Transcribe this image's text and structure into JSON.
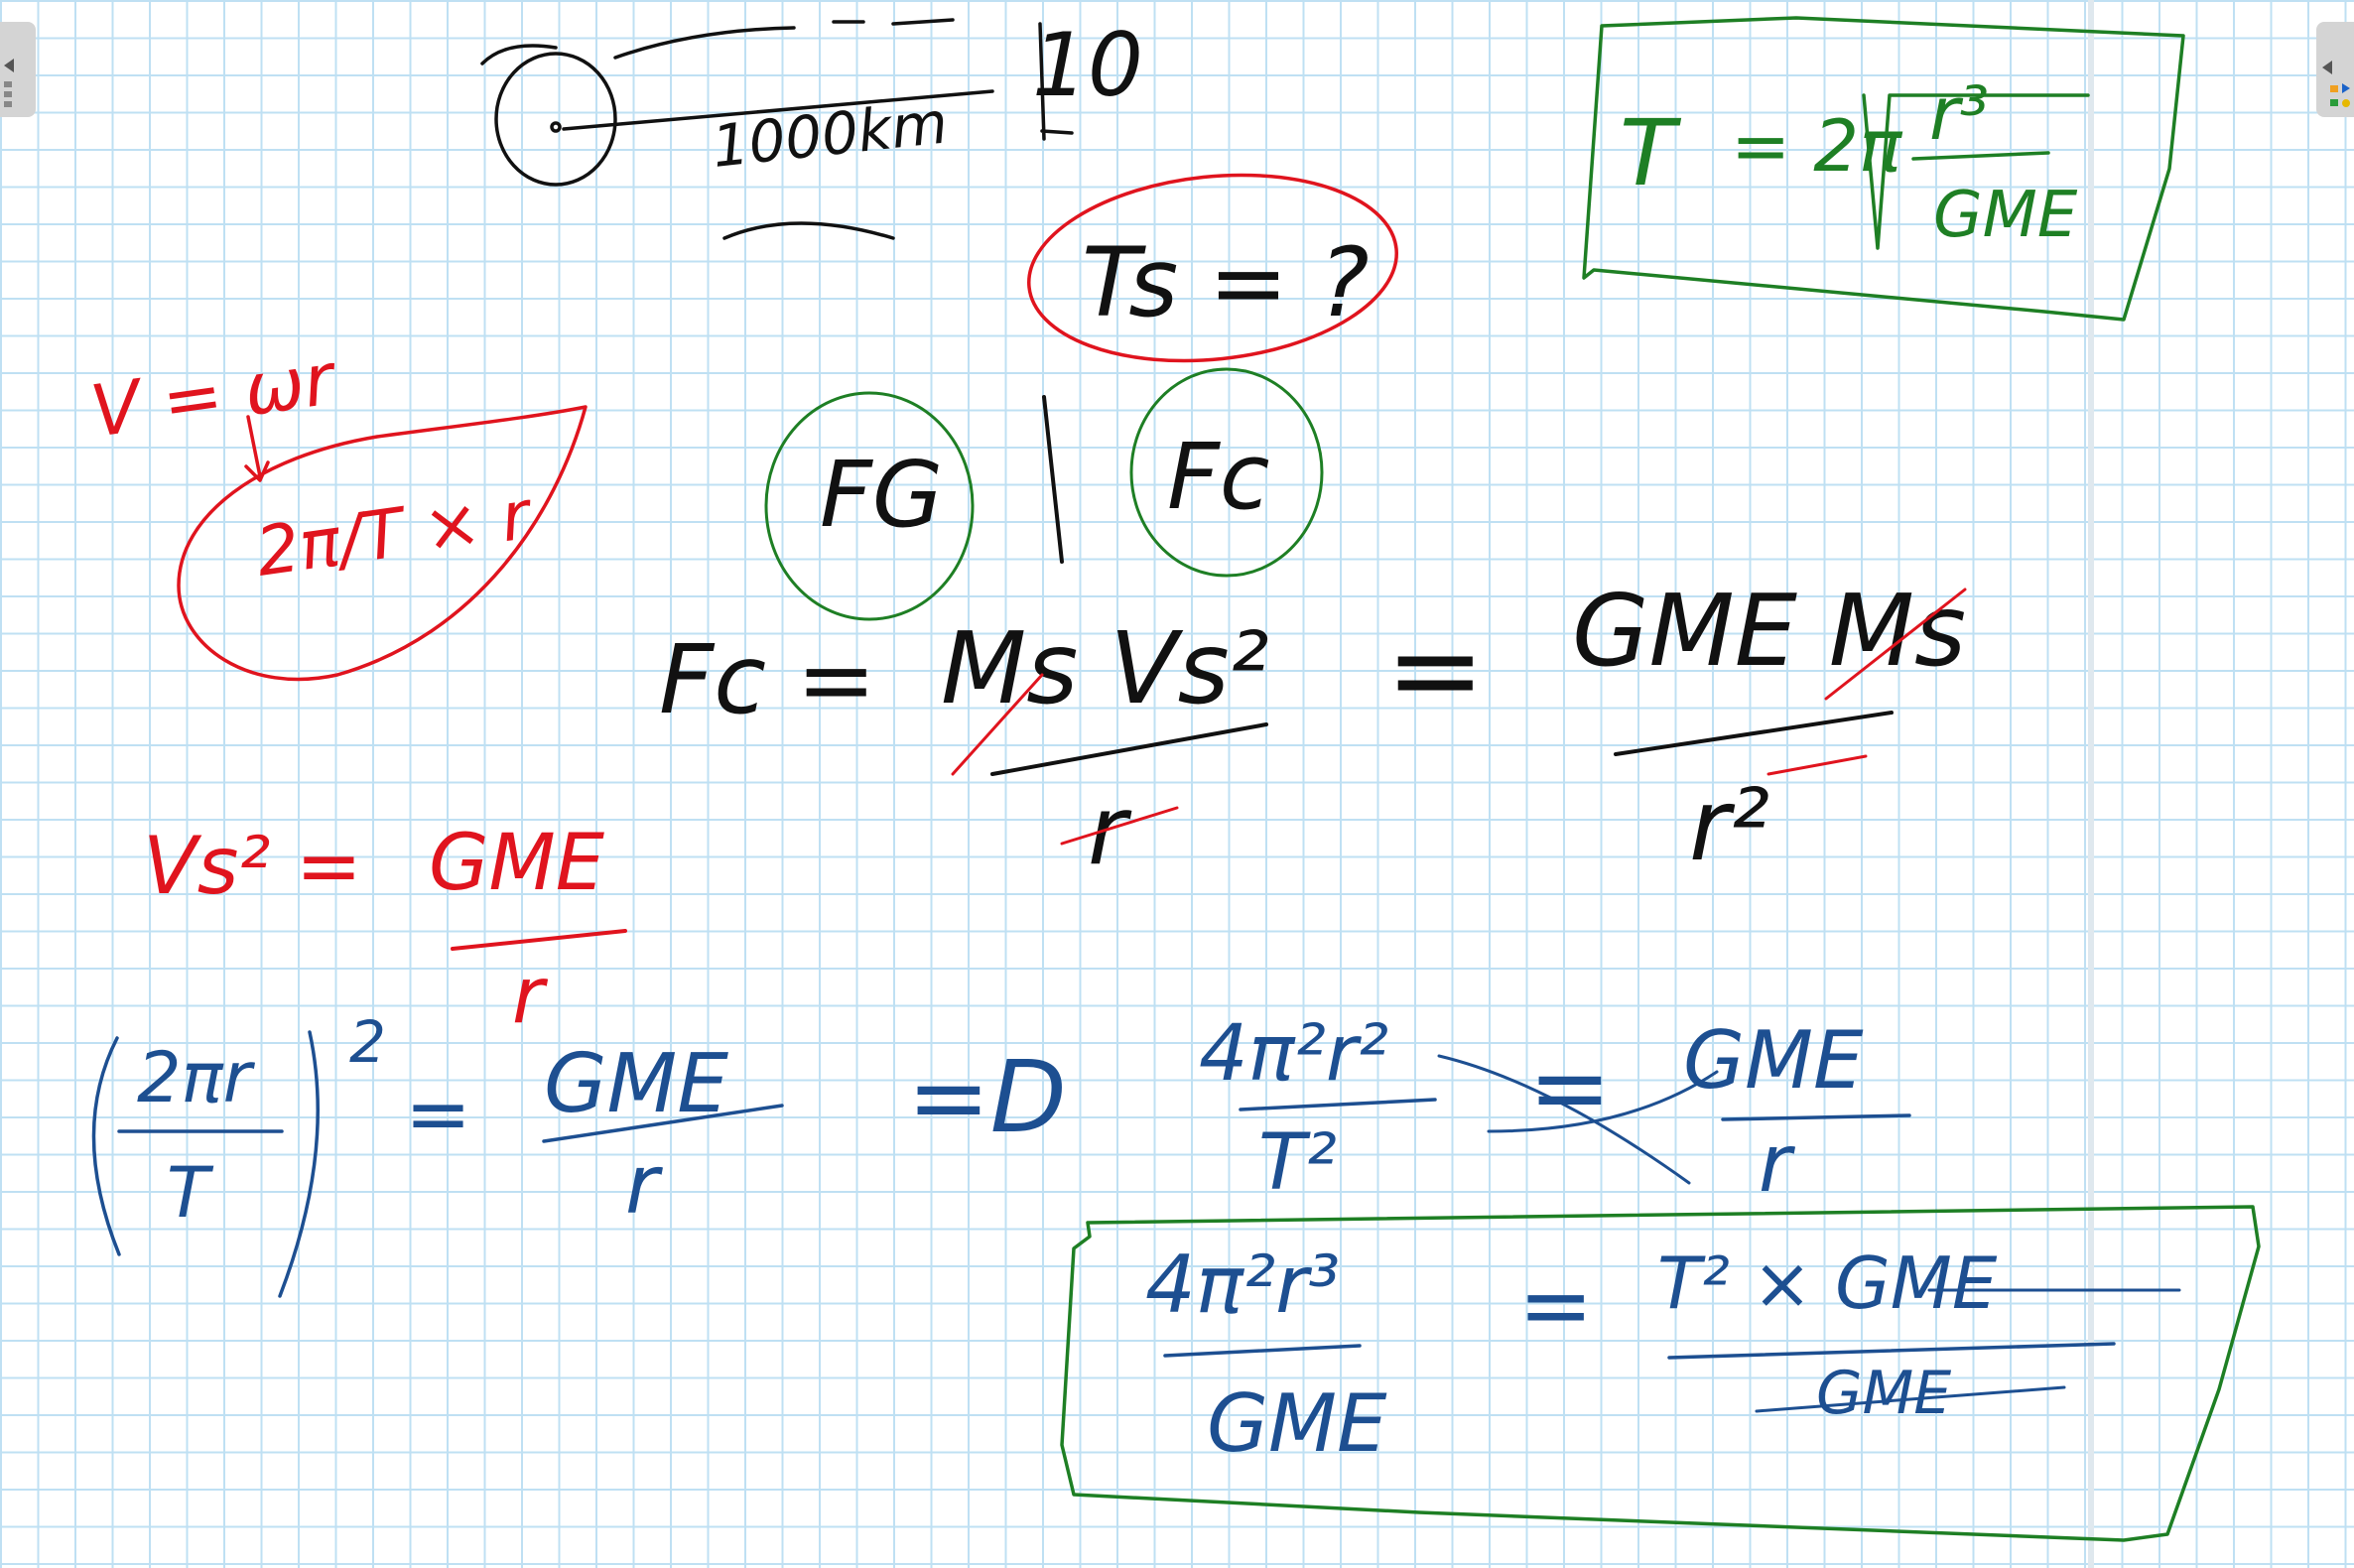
{
  "page": {
    "background": "#ffffff",
    "grid_color": "#bfe0f3",
    "margin_line_color": "#dfe8ee"
  },
  "ink_colors": {
    "black": "#111111",
    "red": "#e0141e",
    "green": "#1e7f24",
    "blue": "#1d4f91"
  },
  "panels": {
    "left_handle_icon": "collapse-left-icon",
    "right_handle_icon": "collapse-right-icon"
  },
  "notes": {
    "top_distance": "1000km",
    "top_value": "10",
    "ts_question": "Ts = ?",
    "fg_label": "FG",
    "fc_label": "Fc",
    "v_eq": "V = ωr",
    "v_expansion": "2π/T × r",
    "fc_lhs": "Fc =",
    "fc_num": "Ms Vs²",
    "fc_den": "r",
    "equals": "=",
    "grav_num": "GME Ms",
    "grav_den": "r²",
    "vs_sq": "Vs² =",
    "gme_over_r_num": "GME",
    "gme_over_r_den": "r",
    "paren_num": "2πr",
    "paren_den": "T",
    "paren_power": "2",
    "implies": "=D",
    "four_pi_num": "4π²r²",
    "four_pi_den": "T²",
    "res_num": "4π²r³",
    "res_den": "GME",
    "res_rhs": "T² × GME",
    "res_rhs_den": "GME",
    "final_lhs": "T",
    "final_mid": "= 2π",
    "final_num": "r³",
    "final_den": "GME"
  }
}
